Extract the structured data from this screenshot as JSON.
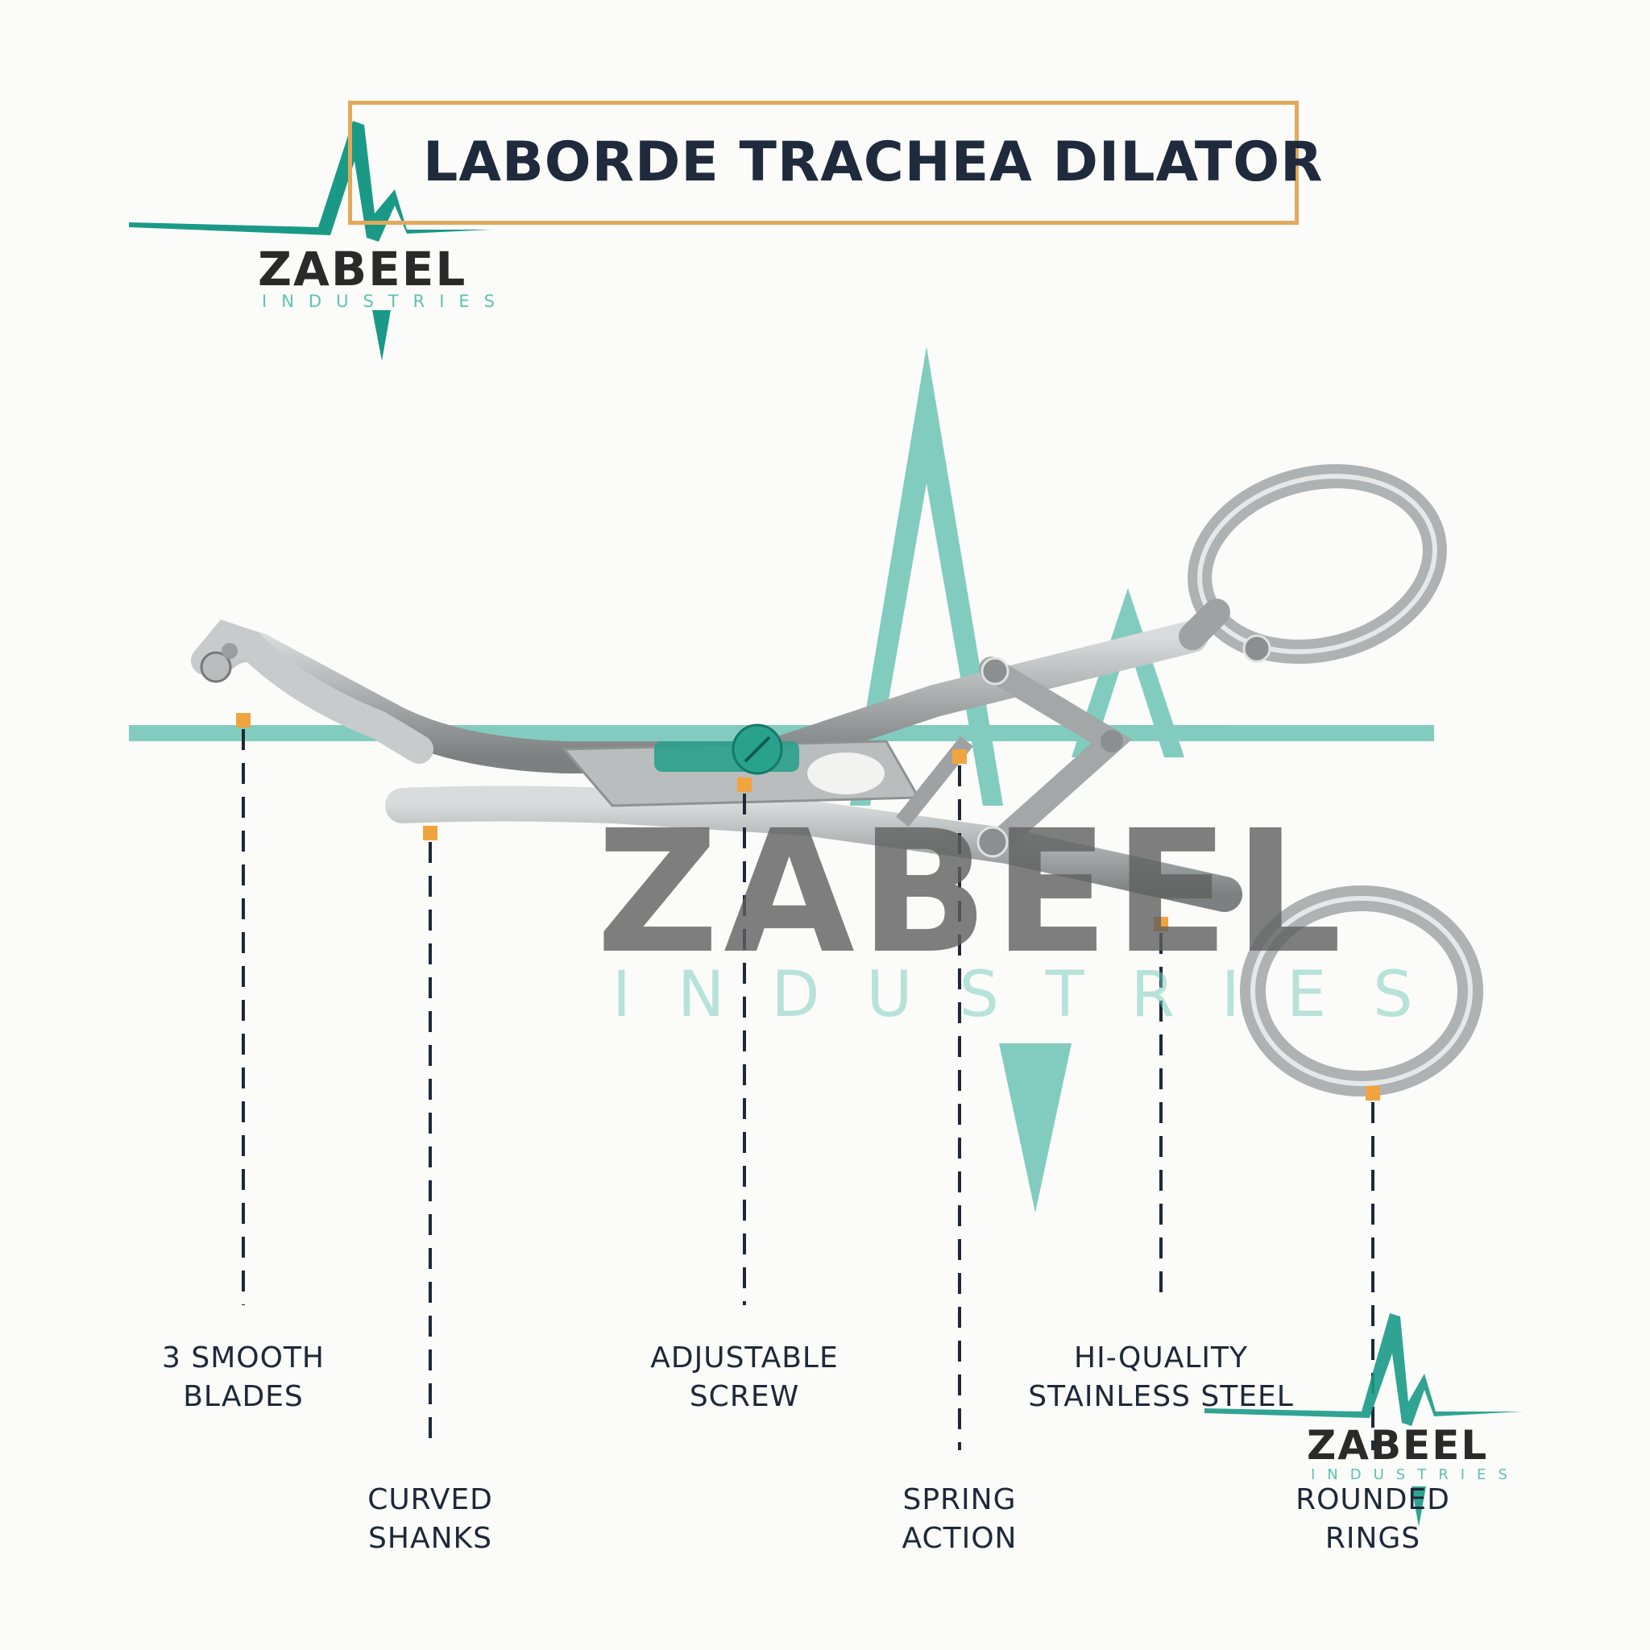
{
  "title": "LABORDE TRACHEA DILATOR",
  "brand": {
    "name": "ZABEEL",
    "tagline": "INDUSTRIES",
    "accent_color": "#1a9a86",
    "highlight_color": "#e3a95a"
  },
  "callouts": [
    {
      "line1": "3 SMOOTH",
      "line2": "BLADES"
    },
    {
      "line1": "CURVED",
      "line2": "SHANKS"
    },
    {
      "line1": "ADJUSTABLE",
      "line2": "SCREW"
    },
    {
      "line1": "SPRING",
      "line2": "ACTION"
    },
    {
      "line1": "HI-QUALITY",
      "line2": "STAINLESS STEEL"
    },
    {
      "line1": "ROUNDED",
      "line2": "RINGS"
    }
  ]
}
